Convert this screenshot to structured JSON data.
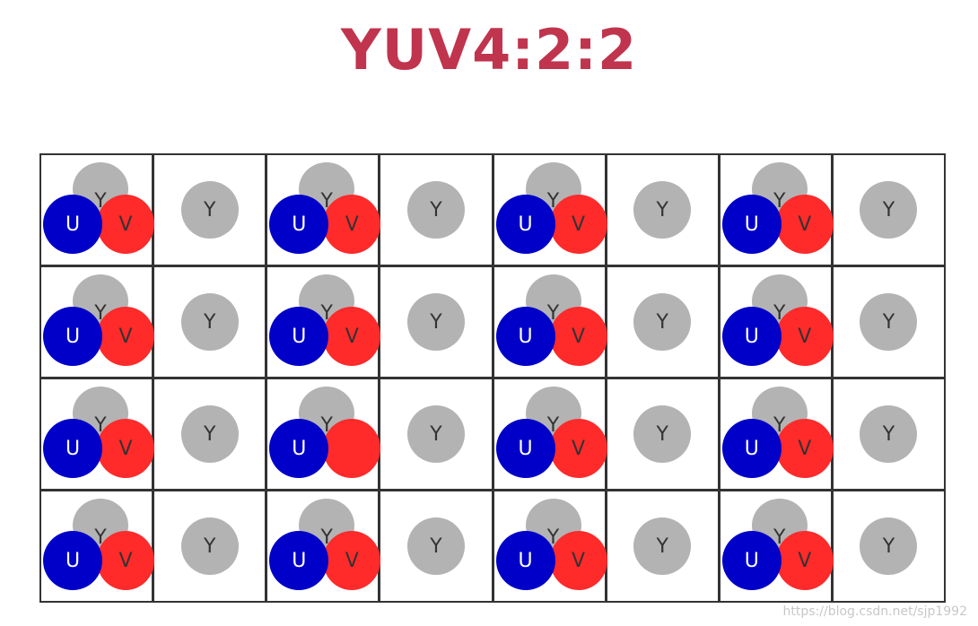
{
  "title": "YUV4:2:2",
  "watermark": "https://blog.csdn.net/sjp1992",
  "colors": {
    "title": "#c0344d",
    "y": "#b3b3b3",
    "u": "#0000c8",
    "v": "#ff2a2a",
    "grid_line": "#333333"
  },
  "labels": {
    "y": "Y",
    "u": "U",
    "v": "V"
  },
  "grid": {
    "rows": 4,
    "columns": 8,
    "cells": [
      [
        {
          "samples": [
            "Y",
            "U",
            "V"
          ]
        },
        {
          "samples": [
            "Y"
          ]
        },
        {
          "samples": [
            "Y",
            "U",
            "V"
          ]
        },
        {
          "samples": [
            "Y"
          ]
        },
        {
          "samples": [
            "Y",
            "U",
            "V"
          ]
        },
        {
          "samples": [
            "Y"
          ]
        },
        {
          "samples": [
            "Y",
            "U",
            "V"
          ]
        },
        {
          "samples": [
            "Y"
          ]
        }
      ],
      [
        {
          "samples": [
            "Y",
            "U",
            "V"
          ]
        },
        {
          "samples": [
            "Y"
          ]
        },
        {
          "samples": [
            "Y",
            "U",
            "V"
          ]
        },
        {
          "samples": [
            "Y"
          ]
        },
        {
          "samples": [
            "Y",
            "U",
            "V"
          ]
        },
        {
          "samples": [
            "Y"
          ]
        },
        {
          "samples": [
            "Y",
            "U",
            "V"
          ]
        },
        {
          "samples": [
            "Y"
          ]
        }
      ],
      [
        {
          "samples": [
            "Y",
            "U",
            "V"
          ]
        },
        {
          "samples": [
            "Y"
          ]
        },
        {
          "samples": [
            "Y",
            "U",
            "V"
          ],
          "v_label_hidden": true
        },
        {
          "samples": [
            "Y"
          ]
        },
        {
          "samples": [
            "Y",
            "U",
            "V"
          ]
        },
        {
          "samples": [
            "Y"
          ]
        },
        {
          "samples": [
            "Y",
            "U",
            "V"
          ]
        },
        {
          "samples": [
            "Y"
          ]
        }
      ],
      [
        {
          "samples": [
            "Y",
            "U",
            "V"
          ]
        },
        {
          "samples": [
            "Y"
          ]
        },
        {
          "samples": [
            "Y",
            "U",
            "V"
          ]
        },
        {
          "samples": [
            "Y"
          ]
        },
        {
          "samples": [
            "Y",
            "U",
            "V"
          ]
        },
        {
          "samples": [
            "Y"
          ]
        },
        {
          "samples": [
            "Y",
            "U",
            "V"
          ]
        },
        {
          "samples": [
            "Y"
          ]
        }
      ]
    ]
  }
}
